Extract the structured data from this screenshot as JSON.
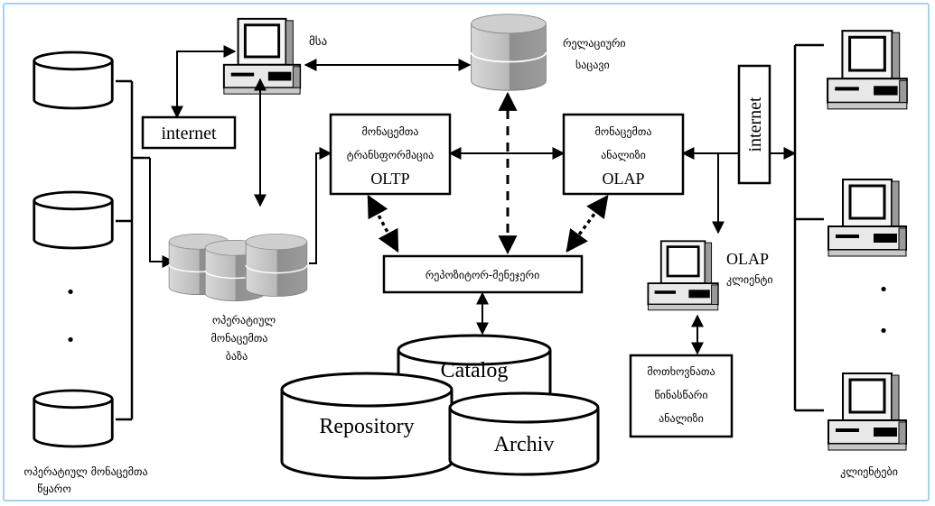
{
  "labels": {
    "person": "მსა",
    "relational_db_line1": "რელაციური",
    "relational_db_line2": "საცავი",
    "internet_left": "internet",
    "internet_right": "internet",
    "oltp_line1": "მონაცემთა",
    "oltp_line2": "ტრანსფორმაცია",
    "oltp_line3": "OLTP",
    "olap_line1": "მონაცემთა",
    "olap_line2": "ანალიზი",
    "olap_line3": "OLAP",
    "repo_manager": "რეპოზიტორ-მენეჯერი",
    "catalog": "Catalog",
    "repository": "Repository",
    "archiv": "Archiv",
    "op_db_line1": "ოპერატიულ",
    "op_db_line2": "მონაცემთა",
    "op_db_line3": "ბაზა",
    "sources_line1": "ოპერატიულ მონაცემთა",
    "sources_line2": "წყარო",
    "olap_client_line1": "OLAP",
    "olap_client_line2": "კლიენტი",
    "requests_line1": "მოთხოვნათა",
    "requests_line2": "წინასწარი",
    "requests_line3": "ანალიზი",
    "clients": "კლიენტები",
    "dot": "•"
  }
}
